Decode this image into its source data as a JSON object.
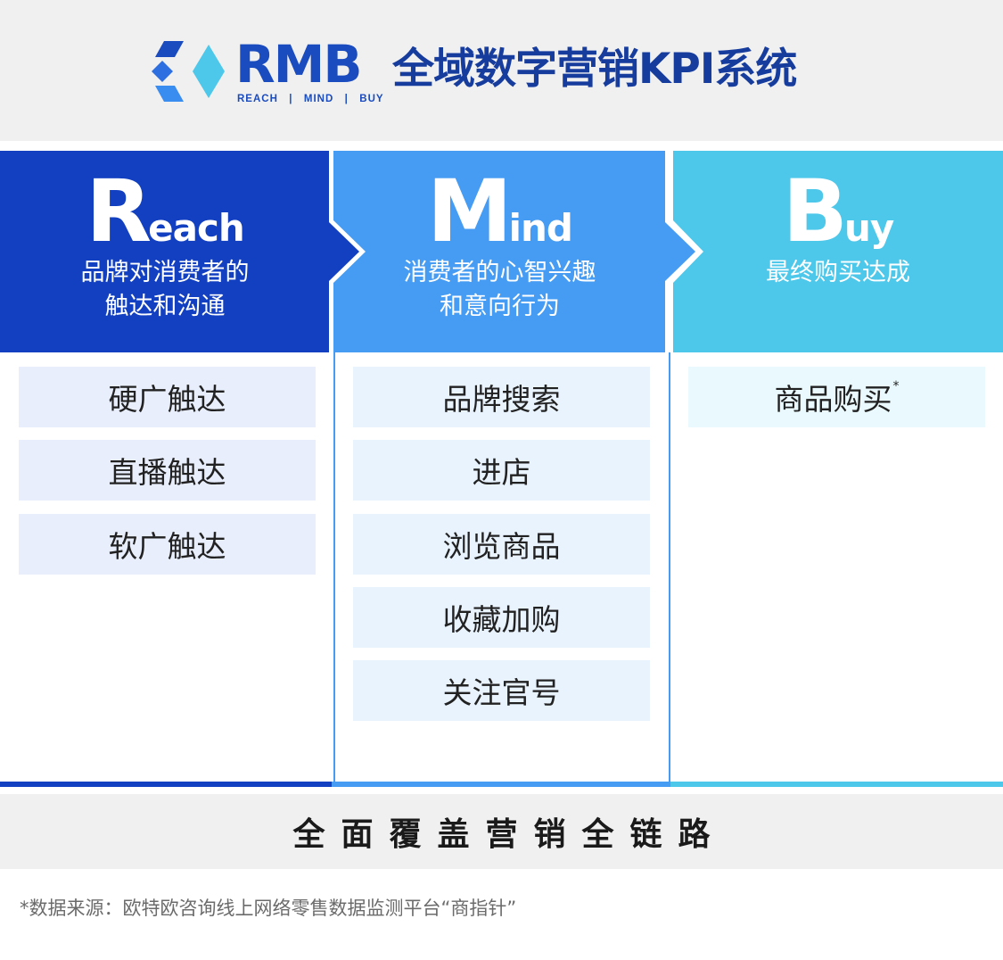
{
  "header": {
    "brand": "RMB",
    "tagline": "REACH  |  MIND  |  BUY",
    "title": "全域数字营销KPI系统"
  },
  "panels": {
    "reach": {
      "initial": "R",
      "rest": "each",
      "subtitle_line1": "品牌对消费者的",
      "subtitle_line2": "触达和沟通"
    },
    "mind": {
      "initial": "M",
      "rest": "ind",
      "subtitle_line1": "消费者的心智兴趣",
      "subtitle_line2": "和意向行为"
    },
    "buy": {
      "initial": "B",
      "rest": "uy",
      "subtitle_line1": "最终购买达成"
    }
  },
  "reach_items": [
    "硬广触达",
    "直播触达",
    "软广触达"
  ],
  "mind_items": [
    "品牌搜索",
    "进店",
    "浏览商品",
    "收藏加购",
    "关注官号"
  ],
  "buy_items": [
    {
      "label": "商品购买",
      "marker": "*"
    }
  ],
  "footer": {
    "text": "全面覆盖营销全链路"
  },
  "source_note": "*数据来源：欧特欧咨询线上网络零售数据监测平台“商指针”",
  "colors": {
    "reach": "#1240c0",
    "mind": "#469cf3",
    "buy": "#4dc7ea",
    "brand": "#1a4bbf"
  }
}
